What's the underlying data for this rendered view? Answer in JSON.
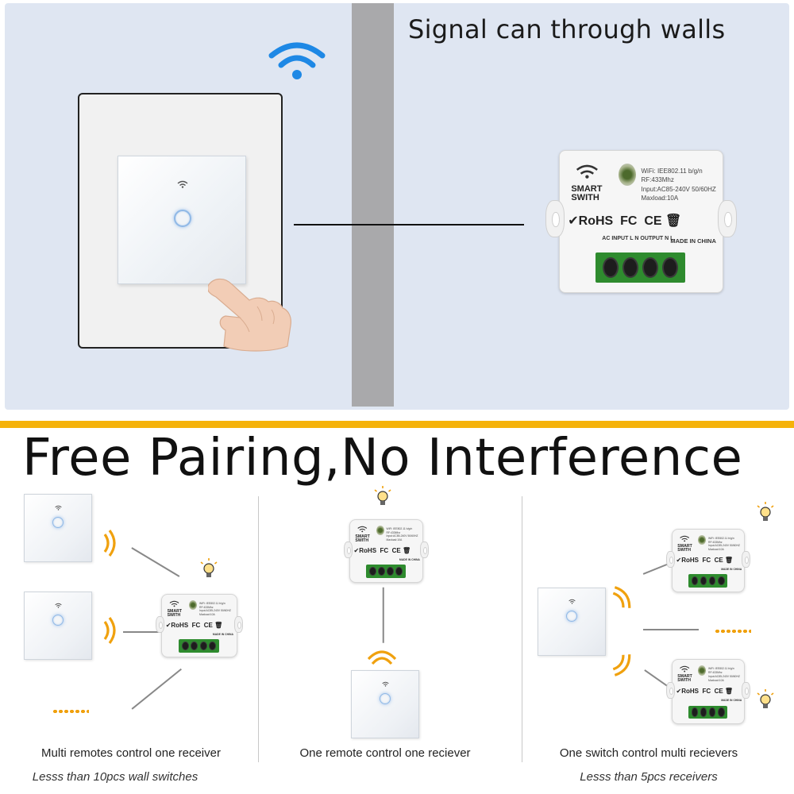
{
  "top": {
    "caption": "Signal can through walls",
    "module": {
      "brand_line1": "SMART",
      "brand_line2": "SWITH",
      "spec_wifi": "WiFi: IEE802.11 b/g/n",
      "spec_rf": "RF:433Mhz",
      "spec_input": "Input:AC85-240V 50/60HZ",
      "spec_maxload": "Maxload:10A",
      "cert_rohs": "RoHS",
      "cert_fc": "FC",
      "cert_ce": "CE",
      "made_in": "MADE IN CHINA",
      "io_label": "AC  INPUT  L  N   OUTPUT  N  L"
    }
  },
  "headline": "Free Pairing,No Interference",
  "panels": [
    {
      "caption": "Multi remotes control one receiver",
      "sub": "Lesss than 10pcs wall switches"
    },
    {
      "caption": "One remote control one reciever",
      "sub": ""
    },
    {
      "caption": "One switch control multi recievers",
      "sub": "Lesss than 5pcs receivers"
    }
  ],
  "colors": {
    "accent_orange": "#f5b20b",
    "wifi_blue": "#1e88e5",
    "panel_bg": "#dfe6f2",
    "terminal_green": "#2e8b2e"
  },
  "icons": [
    "wifi-icon",
    "hand-icon",
    "bulb-icon",
    "signal-wave-icon",
    "touch-ring-icon"
  ]
}
